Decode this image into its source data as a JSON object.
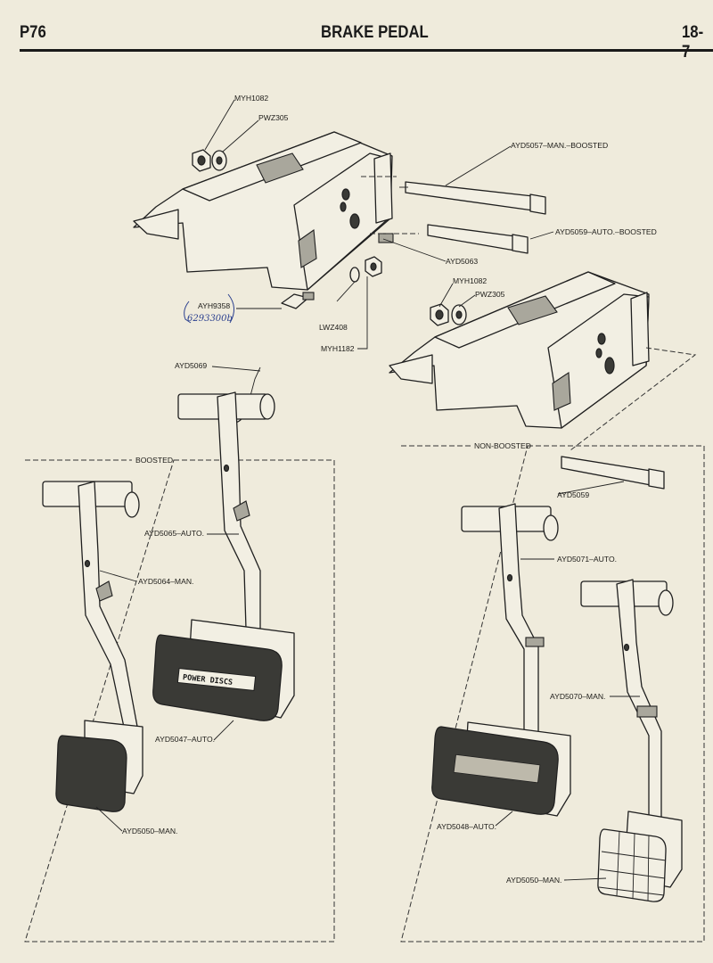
{
  "header": {
    "page": "P76",
    "title": "BRAKE PEDAL",
    "section": "18-7"
  },
  "labels": {
    "myh1082_top": "MYH1082",
    "pwz305_top": "PWZ305",
    "ayd5057": "AYD5057–MAN.–BOOSTED",
    "ayd5059_boosted": "AYD5059–AUTO.–BOOSTED",
    "ayd5063": "AYD5063",
    "ayh9358": "AYH9358",
    "handwritten_note": "6293300b",
    "lwz408": "LWZ408",
    "myh1182": "MYH1182",
    "myh1082_right": "MYH1082",
    "pwz305_right": "PWZ305",
    "ayd5069": "AYD5069",
    "boosted_box": "BOOSTED",
    "ayd5065": "AYD5065–AUTO.",
    "ayd5064": "AYD5064–MAN.",
    "ayd5047": "AYD5047–AUTO.",
    "ayd5050_left": "AYD5050–MAN.",
    "nonboosted_box": "NON-BOOSTED",
    "ayd5059_right": "AYD5059",
    "ayd5071": "AYD5071–AUTO.",
    "ayd5070": "AYD5070–MAN.",
    "ayd5048": "AYD5048–AUTO.",
    "ayd5050_right": "AYD5050–MAN.",
    "pad_text": "POWER DISCS"
  }
}
